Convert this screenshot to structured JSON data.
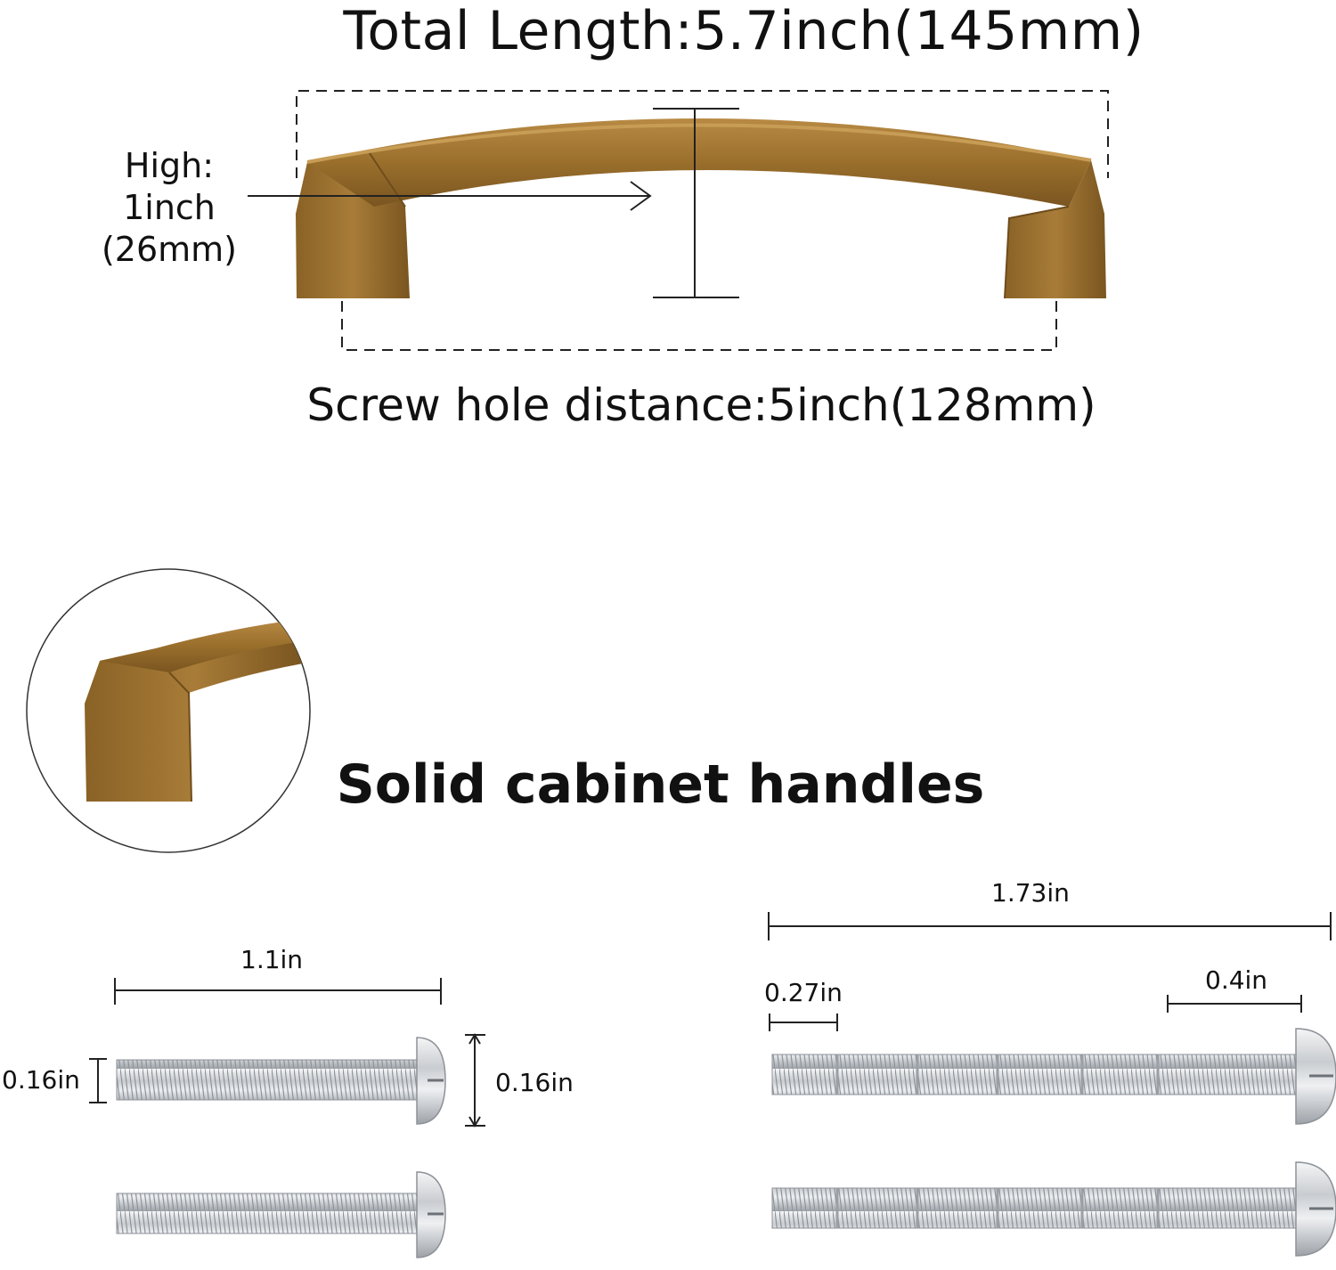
{
  "top": {
    "total_length": "Total Length:5.7inch(145mm)",
    "height": [
      "High:",
      "1inch",
      "(26mm)"
    ],
    "screw_distance": "Screw hole distance:5inch(128mm)"
  },
  "middle": {
    "caption": "Solid cabinet handles"
  },
  "short_screws": {
    "length": "1.1in",
    "diameter_left": "0.16in",
    "head_height": "0.16in"
  },
  "long_screws": {
    "length": "1.73in",
    "tip_segment": "0.27in",
    "head_segment": "0.4in"
  },
  "colors": {
    "bronze": "#9a6f2c",
    "bronze_dark": "#6f4c1c",
    "steel": "#c8ccd0"
  }
}
